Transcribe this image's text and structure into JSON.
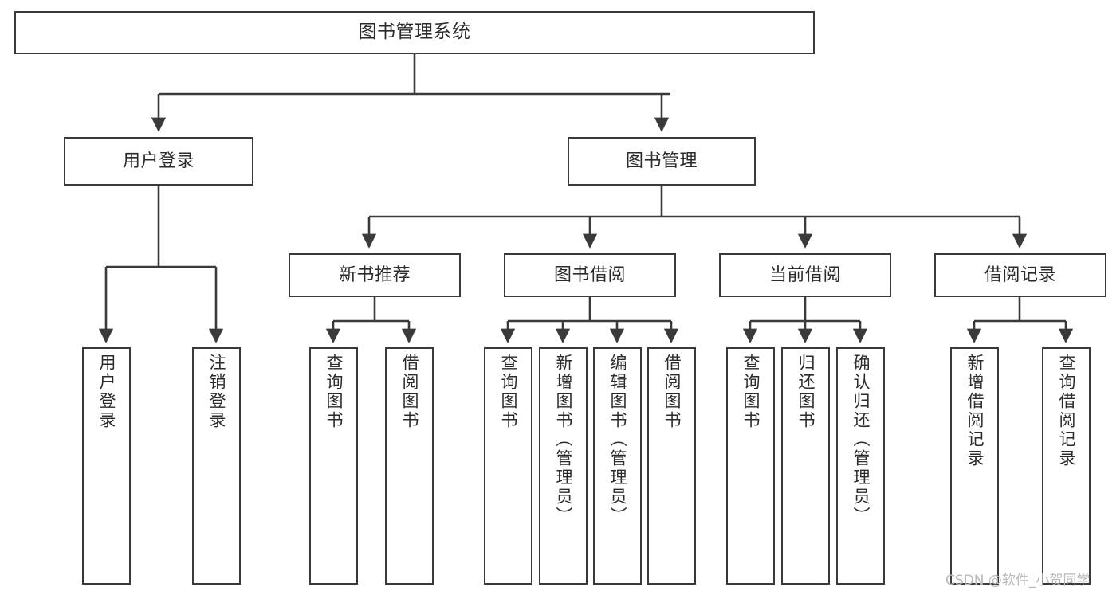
{
  "diagram": {
    "type": "tree",
    "title": "图书管理系统",
    "orientation": "top-down",
    "colors": {
      "box_border": "#3a3a3a",
      "box_fill": "#ffffff",
      "edge": "#3a3a3a",
      "text": "#2b2b2b",
      "watermark": "#b9b9b9",
      "background": "#ffffff"
    },
    "nodes": {
      "root": {
        "label": "图书管理系统",
        "level": 1,
        "text_direction": "horizontal"
      },
      "level2": [
        {
          "id": "user_login",
          "label": "用户登录",
          "text_direction": "horizontal"
        },
        {
          "id": "book_manage",
          "label": "图书管理",
          "text_direction": "horizontal"
        }
      ],
      "level3": [
        {
          "id": "new_book_rec",
          "label": "新书推荐",
          "text_direction": "horizontal"
        },
        {
          "id": "book_borrow",
          "label": "图书借阅",
          "text_direction": "horizontal"
        },
        {
          "id": "current_borrow",
          "label": "当前借阅",
          "text_direction": "horizontal"
        },
        {
          "id": "borrow_record",
          "label": "借阅记录",
          "text_direction": "horizontal"
        }
      ],
      "leaves": {
        "user_login": [
          {
            "id": "leaf_user_login",
            "label": "用户登录"
          },
          {
            "id": "leaf_user_logout",
            "label": "注销登录"
          }
        ],
        "new_book_rec": [
          {
            "id": "leaf_query_book_1",
            "label": "查询图书"
          },
          {
            "id": "leaf_borrow_book_1",
            "label": "借阅图书"
          }
        ],
        "book_borrow": [
          {
            "id": "leaf_query_book_2",
            "label": "查询图书"
          },
          {
            "id": "leaf_add_book",
            "label": "新增图书（管理员）"
          },
          {
            "id": "leaf_edit_book",
            "label": "编辑图书（管理员）"
          },
          {
            "id": "leaf_borrow_book_2",
            "label": "借阅图书"
          }
        ],
        "current_borrow": [
          {
            "id": "leaf_query_book_3",
            "label": "查询图书"
          },
          {
            "id": "leaf_return_book",
            "label": "归还图书"
          },
          {
            "id": "leaf_confirm_return",
            "label": "确认归还（管理员）"
          }
        ],
        "borrow_record": [
          {
            "id": "leaf_add_record",
            "label": "新增借阅记录"
          },
          {
            "id": "leaf_query_record",
            "label": "查询借阅记录"
          }
        ]
      }
    },
    "edges": [
      {
        "from": "图书管理系统",
        "to": "用户登录"
      },
      {
        "from": "图书管理系统",
        "to": "图书管理"
      },
      {
        "from": "用户登录",
        "to": "用户登录"
      },
      {
        "from": "用户登录",
        "to": "注销登录"
      },
      {
        "from": "图书管理",
        "to": "新书推荐"
      },
      {
        "from": "图书管理",
        "to": "图书借阅"
      },
      {
        "from": "图书管理",
        "to": "当前借阅"
      },
      {
        "from": "图书管理",
        "to": "借阅记录"
      },
      {
        "from": "新书推荐",
        "to": "查询图书"
      },
      {
        "from": "新书推荐",
        "to": "借阅图书"
      },
      {
        "from": "图书借阅",
        "to": "查询图书"
      },
      {
        "from": "图书借阅",
        "to": "新增图书（管理员）"
      },
      {
        "from": "图书借阅",
        "to": "编辑图书（管理员）"
      },
      {
        "from": "图书借阅",
        "to": "借阅图书"
      },
      {
        "from": "当前借阅",
        "to": "查询图书"
      },
      {
        "from": "当前借阅",
        "to": "归还图书"
      },
      {
        "from": "当前借阅",
        "to": "确认归还（管理员）"
      },
      {
        "from": "借阅记录",
        "to": "新增借阅记录"
      },
      {
        "from": "借阅记录",
        "to": "查询借阅记录"
      }
    ]
  },
  "watermark": {
    "text": "CSDN @软件_小贺同学"
  }
}
